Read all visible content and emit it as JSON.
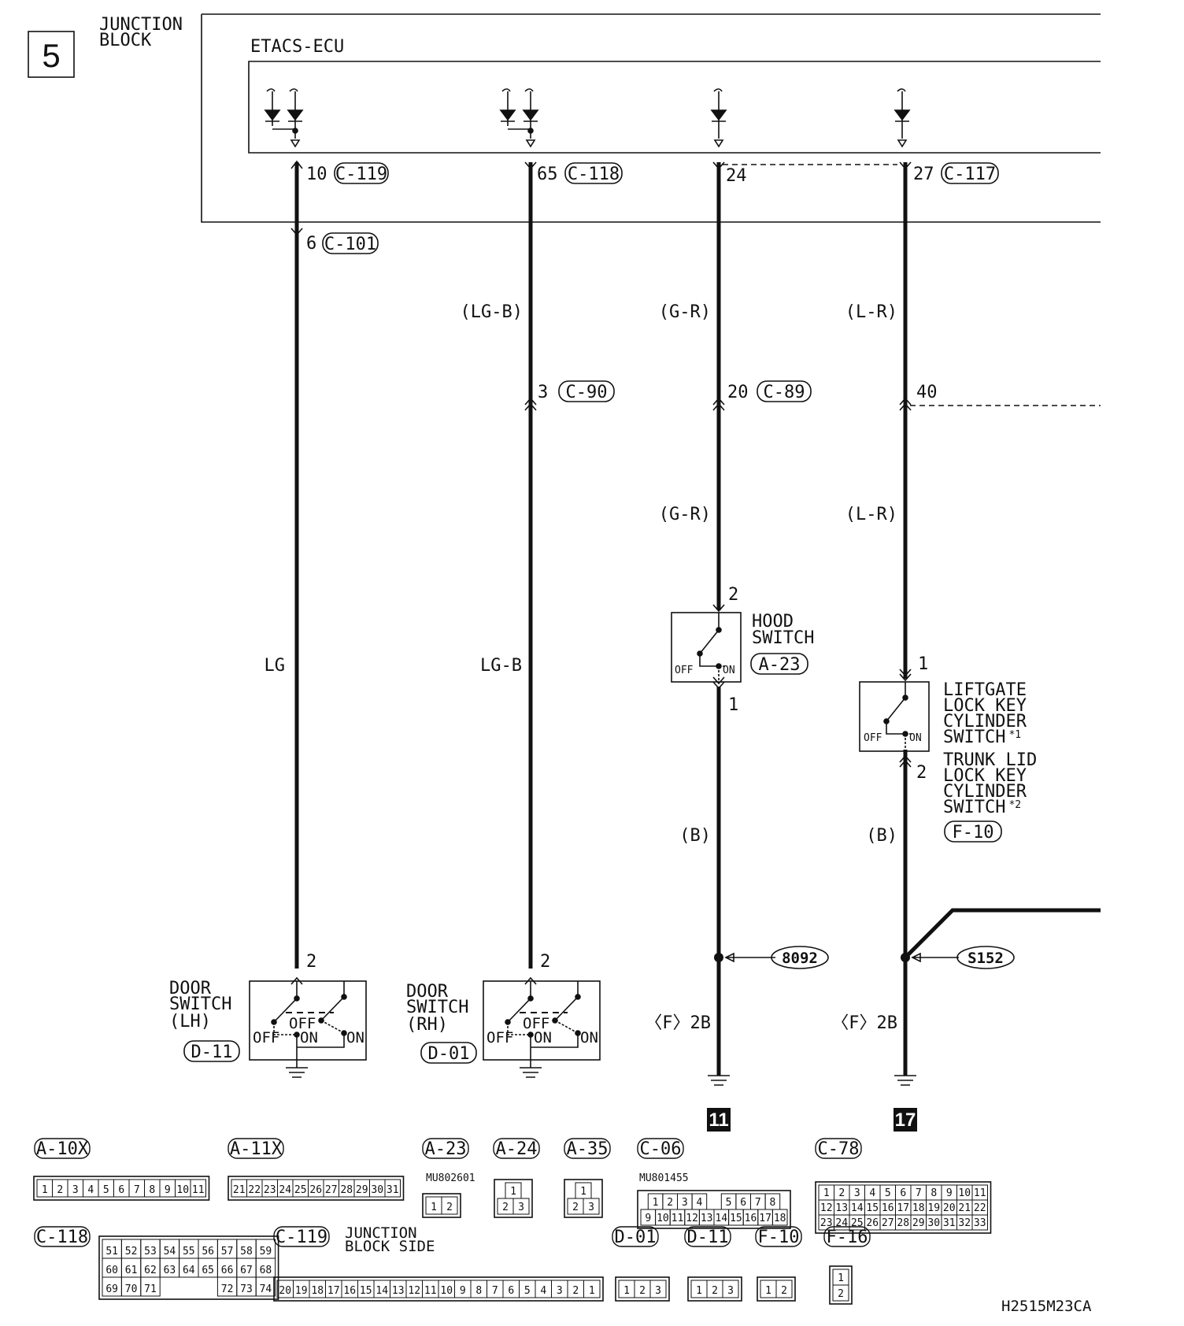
{
  "page_number": "5",
  "junction_block_label": "JUNCTION BLOCK",
  "etacs_label": "ETACS-ECU",
  "drawing_code": "H2515M23CA",
  "terminals": [
    {
      "id": "w1-top",
      "text": "10",
      "conn": "C-119"
    },
    {
      "id": "w2-top",
      "text": "65",
      "conn": "C-118"
    },
    {
      "id": "w3-top",
      "text": "24",
      "conn": ""
    },
    {
      "id": "w4-top",
      "text": "27",
      "conn": "C-117"
    },
    {
      "id": "w1-jb",
      "text": "6",
      "conn": "C-101"
    },
    {
      "id": "w2-mid",
      "text": "3",
      "conn": "C-90"
    },
    {
      "id": "w3-mid",
      "text": "20",
      "conn": "C-89"
    },
    {
      "id": "w4-mid",
      "text": "40",
      "conn": ""
    }
  ],
  "wire_colors": {
    "w2_upper": "(LG-B)",
    "w3_upper": "(G-R)",
    "w4_upper": "(L-R)",
    "w3_lower": "(G-R)",
    "w4_lower": "(L-R)",
    "w1_main": "LG",
    "w2_main": "LG-B",
    "w3_bottom": "(B)",
    "w4_bottom": "(B)"
  },
  "pins": {
    "hood_top": "2",
    "hood_bottom": "1",
    "lift_top": "1",
    "lift_bottom": "2",
    "door_lh": "2",
    "door_rh": "2"
  },
  "switches": {
    "hood": {
      "name": [
        "HOOD",
        "SWITCH"
      ],
      "conn": "A-23"
    },
    "liftgate": {
      "name": [
        "LIFTGATE",
        "LOCK KEY",
        "CYLINDER",
        "SWITCH"
      ],
      "sup1": "*1",
      "name2": [
        "TRUNK LID",
        "LOCK KEY",
        "CYLINDER",
        "SWITCH"
      ],
      "sup2": "*2",
      "conn": "F-10"
    },
    "door_lh": {
      "name": [
        "DOOR",
        "SWITCH",
        "(LH)"
      ],
      "conn": "D-11"
    },
    "door_rh": {
      "name": [
        "DOOR",
        "SWITCH",
        "(RH)"
      ],
      "conn": "D-01"
    },
    "state_off": "OFF",
    "state_on": "ON"
  },
  "splices": {
    "s1": "8092",
    "s2": "S152"
  },
  "grounds": {
    "g1_label": "〈F〉2B",
    "g1_ref": "11",
    "g2_label": "〈F〉2B",
    "g2_ref": "17"
  },
  "connectors": {
    "a10x": {
      "id": "A-10X",
      "rows": [
        [
          "1",
          "2",
          "3",
          "4",
          "5",
          "6",
          "7",
          "8",
          "9",
          "10",
          "11"
        ]
      ]
    },
    "a11x": {
      "id": "A-11X",
      "rows": [
        [
          "21",
          "22",
          "23",
          "24",
          "25",
          "26",
          "27",
          "28",
          "29",
          "30",
          "31"
        ]
      ]
    },
    "a23": {
      "id": "A-23",
      "part": "MU802601",
      "rows": [
        [
          "1",
          "2"
        ]
      ]
    },
    "a24": {
      "id": "A-24",
      "rows": [
        [
          "1"
        ],
        [
          "2",
          "3"
        ]
      ]
    },
    "a35": {
      "id": "A-35",
      "rows": [
        [
          "1"
        ],
        [
          "2",
          "3"
        ]
      ]
    },
    "c06": {
      "id": "C-06",
      "part": "MU801455",
      "rows": [
        [
          "1",
          "2",
          "3",
          "4",
          "",
          "5",
          "6",
          "7",
          "8"
        ],
        [
          "9",
          "10",
          "11",
          "12",
          "13",
          "14",
          "15",
          "16",
          "17",
          "18"
        ]
      ]
    },
    "c78": {
      "id": "C-78",
      "rows": [
        [
          "1",
          "2",
          "3",
          "4",
          "5",
          "6",
          "7",
          "8",
          "9",
          "10",
          "11"
        ],
        [
          "12",
          "13",
          "14",
          "15",
          "16",
          "17",
          "18",
          "19",
          "20",
          "21",
          "22"
        ],
        [
          "23",
          "24",
          "25",
          "26",
          "27",
          "28",
          "29",
          "30",
          "31",
          "32",
          "33"
        ]
      ]
    },
    "c118": {
      "id": "C-118",
      "rows": [
        [
          "51",
          "52",
          "53",
          "54",
          "55",
          "56",
          "57",
          "58",
          "59"
        ],
        [
          "60",
          "61",
          "62",
          "63",
          "64",
          "65",
          "66",
          "67",
          "68"
        ],
        [
          "69",
          "70",
          "71",
          "",
          "",
          "",
          "72",
          "73",
          "74"
        ]
      ]
    },
    "c119": {
      "id": "C-119",
      "subtitle": "JUNCTION BLOCK SIDE",
      "rows": [
        [
          "20",
          "19",
          "18",
          "17",
          "16",
          "15",
          "14",
          "13",
          "12",
          "11",
          "10",
          "9",
          "8",
          "7",
          "6",
          "5",
          "4",
          "3",
          "2",
          "1"
        ]
      ]
    },
    "d01": {
      "id": "D-01",
      "rows": [
        [
          "1",
          "2",
          "3"
        ]
      ]
    },
    "d11": {
      "id": "D-11",
      "rows": [
        [
          "1",
          "2",
          "3"
        ]
      ]
    },
    "f10": {
      "id": "F-10",
      "rows": [
        [
          "1",
          "2"
        ]
      ]
    },
    "f16": {
      "id": "F-16",
      "rows": [
        [
          "1"
        ],
        [
          "2"
        ]
      ]
    }
  }
}
